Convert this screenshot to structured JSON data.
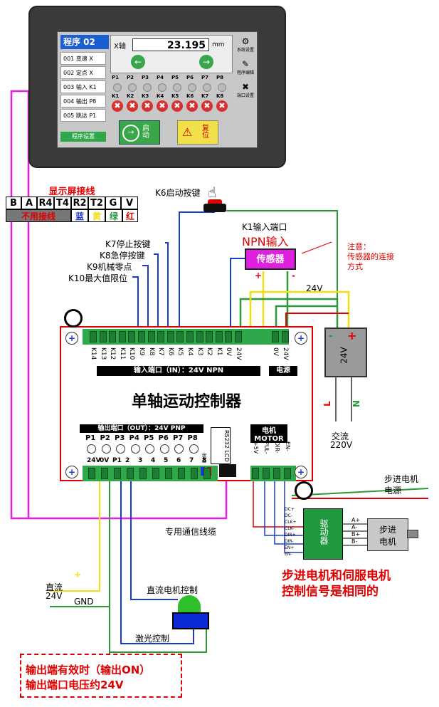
{
  "hmi": {
    "program_title": "程序 02",
    "program_items": [
      "001 变速 X",
      "002 定点 X",
      "003 输入 K1",
      "004 输出 P8",
      "005 跳达 P1"
    ],
    "program_footer": "程序设置",
    "axis_label": "X轴",
    "axis_value": "23.195",
    "axis_unit": "mm",
    "p_labels": [
      "P1",
      "P2",
      "P3",
      "P4",
      "P5",
      "P6",
      "P7",
      "P8"
    ],
    "k_labels": [
      "K1",
      "K2",
      "K3",
      "K4",
      "K5",
      "K6",
      "K7",
      "K8"
    ],
    "start_label": "启动",
    "stop_label": "复位",
    "side_labels": [
      "系统设置",
      "程序编辑",
      "端口设置"
    ]
  },
  "screen_cable": {
    "title": "显示屏接线",
    "pins": [
      "B",
      "A",
      "R4",
      "T4",
      "R2",
      "T2",
      "G",
      "V"
    ],
    "unused": "不用接线",
    "colors": [
      "蓝",
      "黄",
      "绿",
      "红"
    ]
  },
  "labels": {
    "k6_start": "K6启动按键",
    "k1_port": "K1输入端口",
    "npn_input": "NPN输入",
    "sensor": "传感器",
    "sensor_plus": "+",
    "sensor_minus": "-",
    "note_sensor_1": "注意：",
    "note_sensor_2": "传感器的连接",
    "note_sensor_3": "方式",
    "k7": "K7停止按键",
    "k8": "K8急停按键",
    "k9": "K9机械零点",
    "k10": "K10最大值限位",
    "v24": "24V",
    "psu_label": "24V",
    "psu_plus": "+",
    "psu_minus": "-",
    "psu_L": "L",
    "psu_N": "N",
    "ac_1": "交流",
    "ac_2": "220V",
    "stepper_power_1": "步进电机",
    "stepper_power_2": "电源",
    "comm_cable": "专用通信线缆",
    "stepper_note_1": "步进电机和伺服电机",
    "stepper_note_2": "控制信号是相同的",
    "driver": "驱动器",
    "motor_1": "步进",
    "motor_2": "电机",
    "motor_pins": [
      "A+",
      "A-",
      "B+",
      "B-"
    ],
    "driver_pins": [
      "DC+",
      "DC-",
      "CLK+",
      "CLK-",
      "DIR+",
      "DIR-",
      "EN+",
      "EN-"
    ],
    "dc_1": "直流",
    "dc_2": "24V",
    "dc_plus": "+",
    "gnd": "GND",
    "dc_motor": "直流电机控制",
    "laser": "激光控制",
    "note_out_1": "输出端有效时（输出ON）",
    "note_out_2": "输出端口电压约24V"
  },
  "board": {
    "title": "单轴运动控制器",
    "input_pins": [
      "K14",
      "K13",
      "K12",
      "K11",
      "K10",
      "K9",
      "K8",
      "K7",
      "K6",
      "K5",
      "K4",
      "K3",
      "K2",
      "K1",
      "0V",
      "24V"
    ],
    "power_pins": [
      "0V",
      "24V"
    ],
    "input_bar": "输入端口（IN）：24V  NPN",
    "power_bar": "电源",
    "output_bar": "输出端口（OUT）：24V  PNP",
    "output_leds": [
      "P1",
      "P2",
      "P3",
      "P4",
      "P5",
      "P6",
      "P7",
      "P8"
    ],
    "output_pins": [
      "24V",
      "0V",
      "P1",
      "2",
      "3",
      "4",
      "5",
      "6",
      "7",
      "8"
    ],
    "rs232": "RS232 LCD",
    "status": "状态",
    "motor_title_1": "电机",
    "motor_title_2": "MOTOR",
    "motor_pins": [
      "+5V",
      "PUL-",
      "DIR-",
      "EN-"
    ]
  }
}
